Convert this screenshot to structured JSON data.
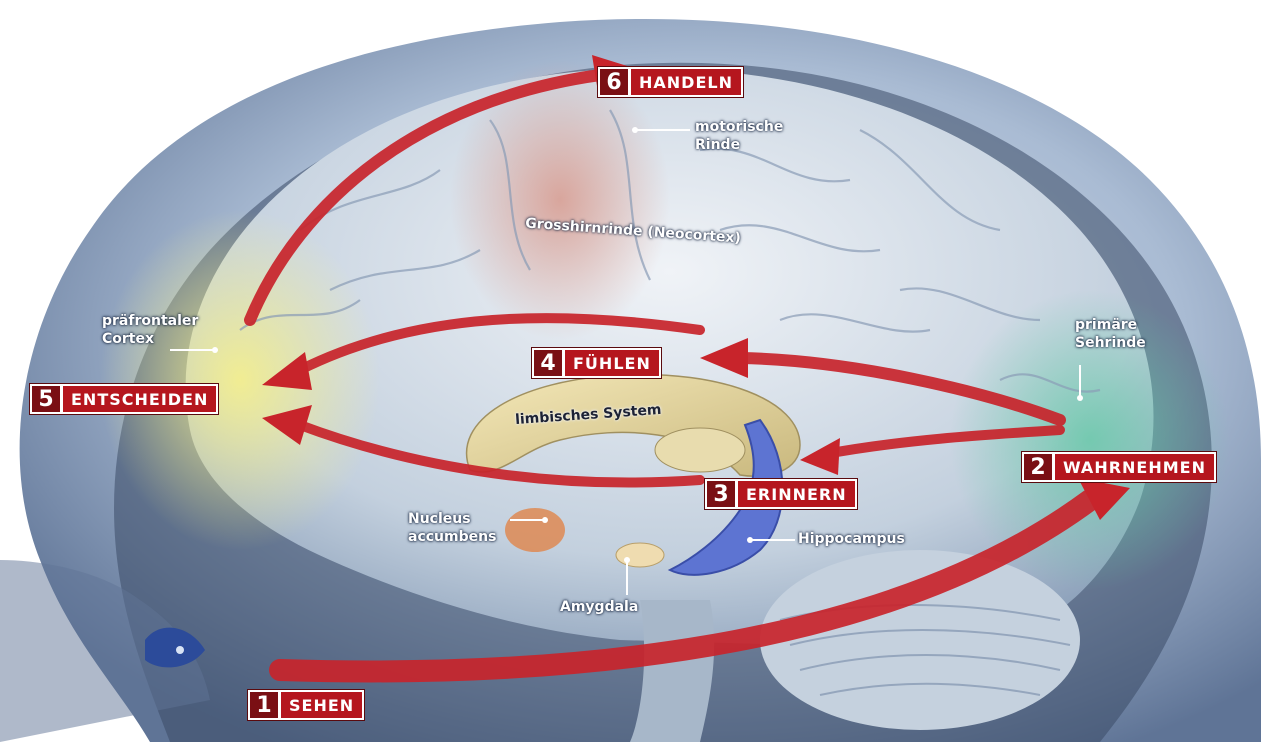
{
  "colors": {
    "accent_red": "#c8242b",
    "label_box": "#b5161e",
    "number_box": "#7a0f14",
    "brain_blue": "#b7c7da",
    "head_blue": "#9fb3cf"
  },
  "steps": [
    {
      "num": "1",
      "label": "SEHEN"
    },
    {
      "num": "2",
      "label": "WAHRNEHMEN"
    },
    {
      "num": "3",
      "label": "ERINNERN"
    },
    {
      "num": "4",
      "label": "FÜHLEN"
    },
    {
      "num": "5",
      "label": "ENTSCHEIDEN"
    },
    {
      "num": "6",
      "label": "HANDELN"
    }
  ],
  "regions": {
    "motor": "motorische Rinde",
    "motor_line1": "motorische",
    "motor_line2": "Rinde",
    "neocortex": "Grosshirnrinde (Neocortex)",
    "prefrontal_line1": "präfrontaler",
    "prefrontal_line2": "Cortex",
    "visual_line1": "primäre",
    "visual_line2": "Sehrinde",
    "limbic": "limbisches System",
    "nucleus_line1": "Nucleus",
    "nucleus_line2": "accumbens",
    "hippocampus": "Hippocampus",
    "amygdala": "Amygdala"
  }
}
